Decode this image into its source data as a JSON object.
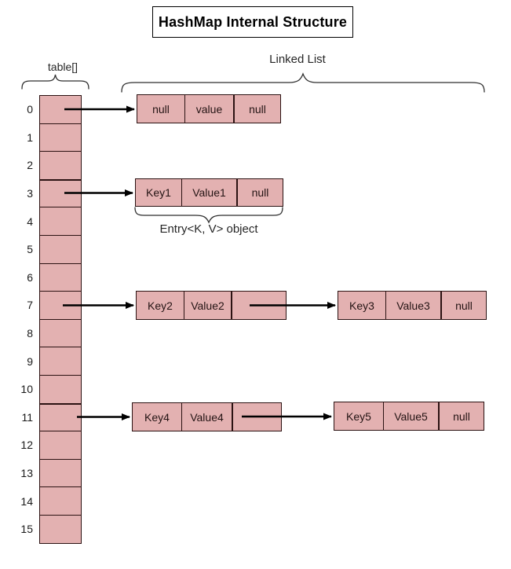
{
  "title": "HashMap Internal Structure",
  "labels": {
    "table": "table[]",
    "linked_list": "Linked List",
    "entry_object": "Entry<K, V> object"
  },
  "buckets": [
    "0",
    "1",
    "2",
    "3",
    "4",
    "5",
    "6",
    "7",
    "8",
    "9",
    "10",
    "11",
    "12",
    "13",
    "14",
    "15"
  ],
  "nodes": {
    "row0": [
      "null",
      "value",
      "null"
    ],
    "row3": [
      "Key1",
      "Value1",
      "null"
    ],
    "row7_first": [
      "Key2",
      "Value2",
      ""
    ],
    "row7_second": [
      "Key3",
      "Value3",
      "null"
    ],
    "row11_first": [
      "Key4",
      "Value4",
      ""
    ],
    "row11_second": [
      "Key5",
      "Value5",
      "null"
    ]
  },
  "colors": {
    "cell_fill": "#e3b1b1",
    "border": "#2b1212",
    "arrow": "#000000",
    "brace": "#2f2f2f"
  }
}
